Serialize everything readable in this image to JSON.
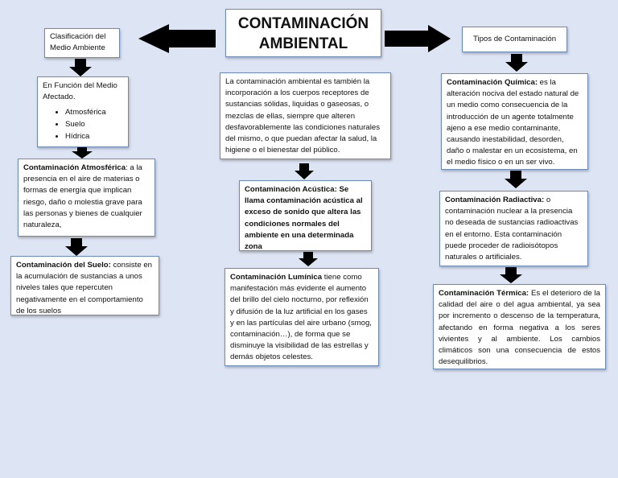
{
  "title": "CONTAMINACIÓN AMBIENTAL",
  "left": {
    "header": "Clasificación del Medio Ambiente",
    "funcion_title": "En Función del Medio Afectado.",
    "funcion_items": [
      "Atmosférica",
      "Suelo",
      "Hídrica"
    ],
    "atmosferica_term": "Contaminación Atmosférica",
    "atmosferica_text": ": a la presencia en el aire de materias o formas de energía que implican riesgo, daño o molestia grave para las personas y bienes de cualquier naturaleza,",
    "suelo_term": "Contaminación del Suelo:",
    "suelo_text": " consiste en la acumulación de sustancias a unos niveles tales que repercuten negativamente en el comportamiento de los suelos"
  },
  "center": {
    "definition": "La contaminación ambiental es también la incorporación a los cuerpos receptores de sustancias sólidas, liquidas o gaseosas, o mezclas de ellas, siempre que alteren desfavorablemente las condiciones naturales del mismo, o que puedan afectar la salud, la higiene o el bienestar del público.",
    "acustica_term": "Contaminación Acústica",
    "acustica_text": ": Se llama contaminación acústica al exceso de sonido que altera las condiciones normales del ambiente en una determinada zona",
    "luminica_term": "Contaminación Lumínica",
    "luminica_text": " tiene como manifestación más evidente el aumento del brillo del cielo nocturno, por reflexión y difusión de la luz artificial en los gases y en las partículas del aire urbano (smog, contaminación…), de forma que se disminuye la visibilidad de las estrellas y demás objetos celestes."
  },
  "right": {
    "header": "Tipos de Contaminación",
    "quimica_term": "Contaminación Química:",
    "quimica_text": " es la alteración nociva del estado natural de un medio como consecuencia de la introducción de un agente totalmente ajeno a ese medio contaminante, causando inestabilidad, desorden, daño o malestar en un ecosistema, en el medio físico o en un ser vivo.",
    "radiactiva_term": "Contaminación Radiactiva:",
    "radiactiva_text": " o contaminación nuclear a la presencia no deseada de sustancias radioactivas en el entorno. Esta contaminación puede proceder de radioisótopos naturales o artificiales.",
    "termica_term": "Contaminación Térmica:",
    "termica_text": " Es el deterioro de la calidad del aire o del agua ambiental, ya sea por incremento o descenso de la temperatura, afectando en forma negativa a los seres vivientes y al ambiente. Los cambios climáticos son una consecuencia de estos desequilibrios."
  }
}
